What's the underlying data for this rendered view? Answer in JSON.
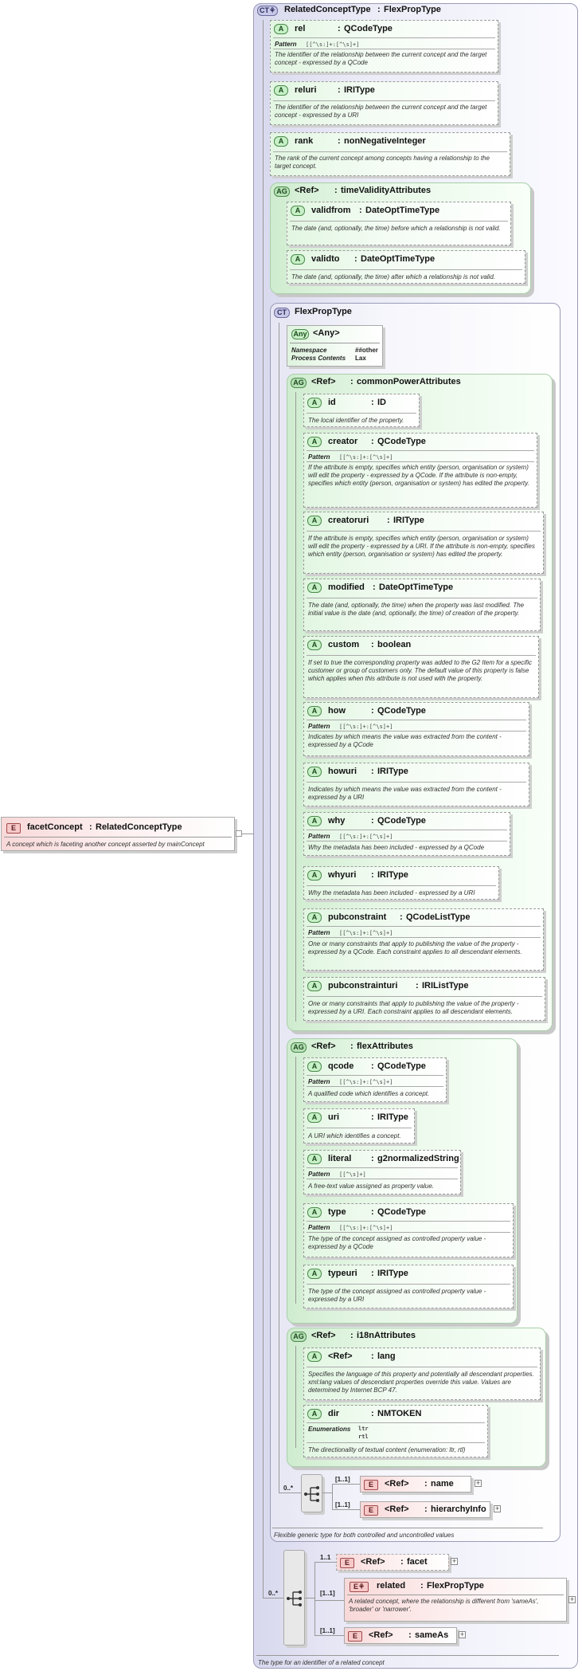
{
  "badges": {
    "attribute": "A",
    "attribute_group": "AG",
    "complex_type": "CT",
    "element": "E",
    "any": "Any"
  },
  "root": {
    "name": "facetConcept",
    "type": "RelatedConceptType",
    "desc": "A concept which is faceting another concept asserted by mainConcept"
  },
  "outer": {
    "name": "RelatedConceptType",
    "type": "FlexPropType",
    "footer": "The type for an identifier of a related concept"
  },
  "labels": {
    "pattern": "Pattern",
    "ref": "<Ref>",
    "colon": ":",
    "namespace": "Namespace",
    "process_contents": "Process Contents",
    "enumerations": "Enumerations"
  },
  "top_attrs": [
    {
      "name": "rel",
      "type": "QCodeType",
      "pattern": "[[^\\s:]+:[^\\s]+]",
      "desc": "The identifier of the relationship between the current concept and the target concept - expressed by a QCode"
    },
    {
      "name": "reluri",
      "type": "IRIType",
      "desc": "The identifier of the relationship between the current concept and the target concept - expressed by a URI"
    },
    {
      "name": "rank",
      "type": "nonNegativeInteger",
      "desc": "The rank of the current concept among concepts having a relationship to the target concept."
    }
  ],
  "time_validity": {
    "name": "timeValidityAttributes",
    "attrs": [
      {
        "name": "validfrom",
        "type": "DateOptTimeType",
        "desc": "The date (and, optionally, the time) before which a relationship is not valid."
      },
      {
        "name": "validto",
        "type": "DateOptTimeType",
        "desc": "The date (and, optionally, the time) after which a relationship is not valid."
      }
    ]
  },
  "flex": {
    "name": "FlexPropType",
    "footer": "Flexible generic type for both controlled and uncontrolled values",
    "any": {
      "name": "<Any>",
      "namespace": "##other",
      "process_contents": "Lax"
    }
  },
  "common_power": {
    "name": "commonPowerAttributes",
    "attrs": [
      {
        "name": "id",
        "type": "ID",
        "desc": "The local identifier of the property."
      },
      {
        "name": "creator",
        "type": "QCodeType",
        "pattern": "[[^\\s:]+:[^\\s]+]",
        "desc": "If the attribute is empty, specifies which entity (person, organisation or system) will edit the property - expressed by a QCode. If the attribute is non-empty, specifies which entity (person, organisation or system) has edited the property."
      },
      {
        "name": "creatoruri",
        "type": "IRIType",
        "desc": "If the attribute is empty, specifies which entity (person, organisation or system) will edit the property - expressed by a URI. If the attribute is non-empty, specifies which entity (person, organisation or system) has edited the property."
      },
      {
        "name": "modified",
        "type": "DateOptTimeType",
        "desc": "The date (and, optionally, the time) when the property was last modified. The initial value is the date (and, optionally, the time) of creation of the property."
      },
      {
        "name": "custom",
        "type": "boolean",
        "desc": "If set to true the corresponding property was added to the G2 Item for a specific customer or group of customers only. The default value of this property is false which applies when this attribute is not used with the property."
      },
      {
        "name": "how",
        "type": "QCodeType",
        "pattern": "[[^\\s:]+:[^\\s]+]",
        "desc": "Indicates by which means the value was extracted from the content - expressed by a QCode"
      },
      {
        "name": "howuri",
        "type": "IRIType",
        "desc": "Indicates by which means the value was extracted from the content - expressed by a URI"
      },
      {
        "name": "why",
        "type": "QCodeType",
        "pattern": "[[^\\s:]+:[^\\s]+]",
        "desc": "Why the metadata has been included - expressed by a QCode"
      },
      {
        "name": "whyuri",
        "type": "IRIType",
        "desc": "Why the metadata has been included - expressed by a URI"
      },
      {
        "name": "pubconstraint",
        "type": "QCodeListType",
        "pattern": "[[^\\s:]+:[^\\s]+]",
        "desc": "One or many constraints that apply to publishing the value of the property - expressed by a QCode. Each constraint applies to all descendant elements."
      },
      {
        "name": "pubconstrainturi",
        "type": "IRIListType",
        "desc": "One or many constraints that apply to publishing the value of the property - expressed by a URI. Each constraint applies to all descendant elements."
      }
    ]
  },
  "flex_attrs": {
    "name": "flexAttributes",
    "attrs": [
      {
        "name": "qcode",
        "type": "QCodeType",
        "pattern": "[[^\\s:]+:[^\\s]+]",
        "desc": "A qualified code which identifies a concept."
      },
      {
        "name": "uri",
        "type": "IRIType",
        "desc": "A URI which identifies a concept."
      },
      {
        "name": "literal",
        "type": "g2normalizedString",
        "pattern": "[[^\\s]+]",
        "desc": "A free-text value assigned as property value."
      },
      {
        "name": "type",
        "type": "QCodeType",
        "pattern": "[[^\\s:]+:[^\\s]+]",
        "desc": "The type of the concept assigned as controlled property value - expressed by a QCode"
      },
      {
        "name": "typeuri",
        "type": "IRIType",
        "desc": "The type of the concept assigned as controlled property value - expressed by a URI"
      }
    ]
  },
  "i18n": {
    "name": "i18nAttributes",
    "lang": {
      "name": "lang",
      "desc": "Specifies the language of this property and potentially all descendant properties. xml:lang values of descendant properties override this value. Values are determined by Internet BCP 47."
    },
    "dir": {
      "name": "dir",
      "type": "NMTOKEN",
      "enums": [
        "ltr",
        "rtl"
      ],
      "desc": "The directionality of textual content (enumeration: ltr, rtl)"
    }
  },
  "flex_seq": {
    "card": "0..*",
    "items": [
      {
        "card": "[1..1]",
        "name": "name"
      },
      {
        "card": "[1..1]",
        "name": "hierarchyInfo"
      }
    ]
  },
  "outer_seq": {
    "card": "0..*",
    "items": [
      {
        "card": "1..1",
        "name": "facet"
      },
      {
        "card": "[1..1]",
        "name": "related",
        "type": "FlexPropType",
        "desc": "A related concept, where the relationship is different from 'sameAs', 'broader' or 'narrower'."
      },
      {
        "card": "[1..1]",
        "name": "sameAs"
      }
    ]
  }
}
